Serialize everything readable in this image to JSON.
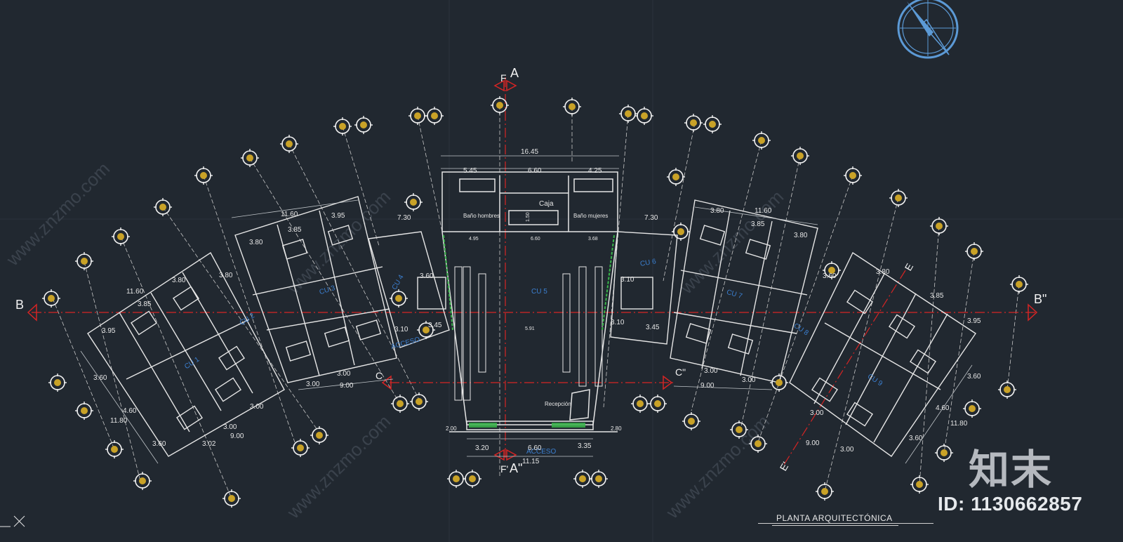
{
  "drawing": {
    "title": "PLANTA ARQUITECTÓNICA",
    "section_labels": {
      "a_top": "A",
      "f_top": "F",
      "a_bottom": "A\"",
      "f_bottom": "F'",
      "b_left": "B",
      "b_right": "B\"",
      "c_left": "C",
      "c_right": "C\"",
      "e_top": "E",
      "e_bottom": "E'"
    },
    "units": [
      "CU 1",
      "CU 2",
      "CU 3",
      "CU 4",
      "CU 5",
      "CU 6",
      "CU 7",
      "CU 8",
      "CU 9"
    ],
    "rooms": {
      "caja": "Caja",
      "bano_hombres": "Baño hombres",
      "bano_mujeres": "Baño mujeres",
      "recepcion": "Recepción",
      "acceso_main": "ACCESO",
      "acceso_side": "ACCESO"
    },
    "dimensions": {
      "top_total": "16.45",
      "top_left": "5.45",
      "top_mid": "6.60",
      "top_right": "4.25",
      "left_730": "7.30",
      "right_730": "7.30",
      "bottom_total": "11.15",
      "bottom_mid": "6.60",
      "bottom_left": "3.20",
      "bottom_right": "3.35",
      "bottom_200": "2.00",
      "bottom_280": "2.80",
      "caja_150": "1.50",
      "center_591": "5.91",
      "inner_660": "6.60",
      "inner_495": "4.95",
      "inner_368": "3.68",
      "left_1160_a": "11.60",
      "left_395_a": "3.95",
      "left_385_a": "3.85",
      "left_380_a": "3.80",
      "left_380_b": "3.80",
      "left_1160_b": "11.60",
      "left_380_c": "3.80",
      "left_385_b": "3.85",
      "left_395_b": "3.95",
      "left_360": "3.60",
      "left_460": "4.60",
      "left_1180": "11.80",
      "left_360_b": "3.60",
      "left_302": "3.02",
      "left_300_a": "3.00",
      "left_300_b": "3.00",
      "left_900_a": "9.00",
      "left_300_c": "3.00",
      "left_300_d": "3.00",
      "left_900_b": "9.00",
      "left_310": "3.10",
      "left_345": "3.45",
      "left_360_c": "3.60",
      "right_380_a": "3.80",
      "right_1160": "11.60",
      "right_385": "3.85",
      "right_380_b": "3.80",
      "right_360": "3.60",
      "right_385_b": "3.85",
      "right_395": "3.95",
      "right_380_c": "3.80",
      "right_360_b": "3.60",
      "right_460": "4.60",
      "right_1180": "11.80",
      "right_360_c": "3.60",
      "right_300_a": "3.00",
      "right_900_a": "9.00",
      "right_300_b": "3.00",
      "right_300_c": "3.00",
      "right_900_b": "9.00",
      "right_300_d": "3.00",
      "right_310_a": "3.10",
      "right_310_b": "3.10",
      "right_345": "3.45"
    },
    "watermark": {
      "brand": "知末",
      "id": "ID: 1130662857"
    },
    "colors": {
      "background": "#212830",
      "wall": "#e6e6e6",
      "dim": "#bfc4c8",
      "axis_red": "#d62424",
      "unit_blue": "#3b7fd0",
      "accent_green": "#39b54a",
      "grid_bubble": "#f2f2f2",
      "compass": "#5c9ad6"
    }
  }
}
